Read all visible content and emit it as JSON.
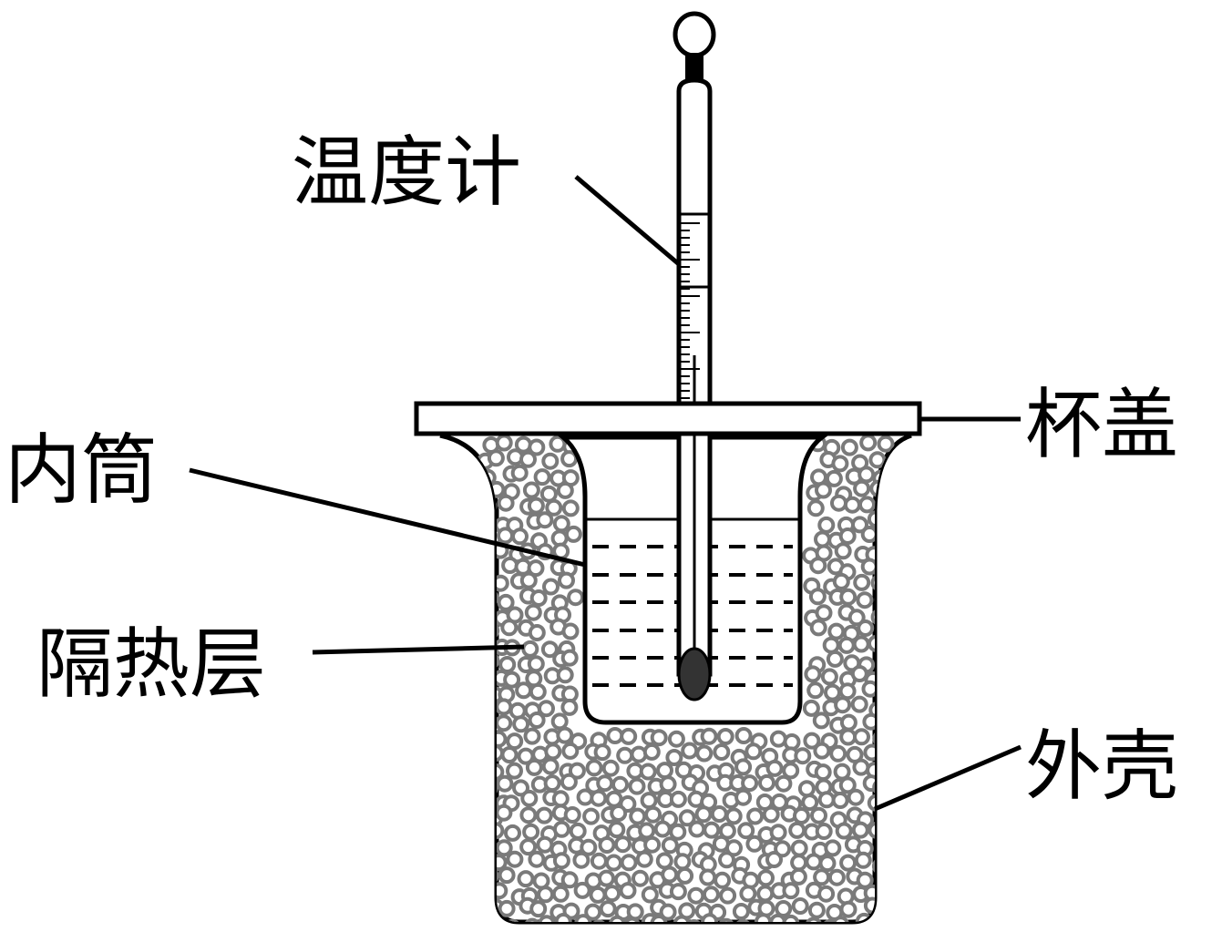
{
  "labels": {
    "thermometer": "温度计",
    "lid": "杯盖",
    "inner_cup": "内筒",
    "insulation": "隔热层",
    "outer_shell": "外壳"
  },
  "colors": {
    "stroke": "#000000",
    "bead": "#7a7a7a",
    "background": "#ffffff",
    "bulb": "#333333"
  }
}
